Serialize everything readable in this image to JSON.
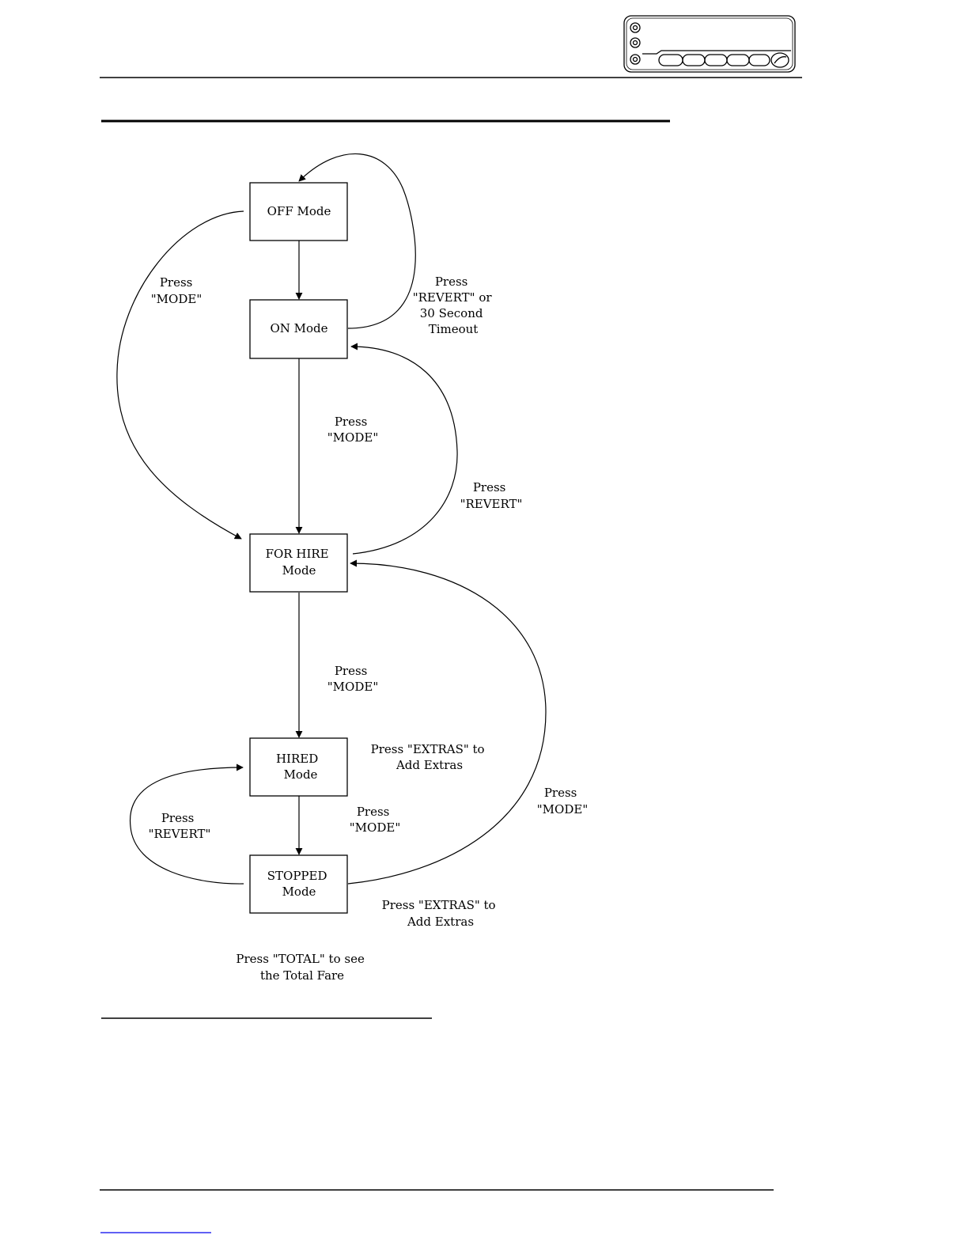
{
  "page": {
    "colors": {
      "ink": "#000000",
      "background": "#ffffff",
      "link": "#0000ee"
    }
  },
  "header": {
    "meter_icon": "taximeter-device-icon"
  },
  "diagram": {
    "nodes": [
      {
        "id": "off",
        "lines": [
          "OFF Mode"
        ]
      },
      {
        "id": "on",
        "lines": [
          "ON Mode"
        ]
      },
      {
        "id": "forhire",
        "lines": [
          "FOR HIRE",
          "Mode"
        ]
      },
      {
        "id": "hired",
        "lines": [
          "HIRED",
          "Mode"
        ]
      },
      {
        "id": "stopped",
        "lines": [
          "STOPPED",
          "Mode"
        ]
      }
    ],
    "labels": [
      {
        "id": "off-to-forhire",
        "lines": [
          "Press",
          "\"MODE\""
        ]
      },
      {
        "id": "on-revert-timeout",
        "lines": [
          "Press",
          "\"REVERT\" or",
          "30 Second",
          "Timeout"
        ]
      },
      {
        "id": "on-to-forhire",
        "lines": [
          "Press",
          "\"MODE\""
        ]
      },
      {
        "id": "forhire-revert",
        "lines": [
          "Press",
          "\"REVERT\""
        ]
      },
      {
        "id": "forhire-to-hired",
        "lines": [
          "Press",
          "\"MODE\""
        ]
      },
      {
        "id": "hired-extras",
        "lines": [
          "Press \"EXTRAS\" to",
          "Add Extras"
        ]
      },
      {
        "id": "stopped-to-forhire",
        "lines": [
          "Press",
          "\"MODE\""
        ]
      },
      {
        "id": "stopped-revert",
        "lines": [
          "Press",
          "\"REVERT\""
        ]
      },
      {
        "id": "hired-to-stopped",
        "lines": [
          "Press",
          "\"MODE\""
        ]
      },
      {
        "id": "stopped-extras",
        "lines": [
          "Press \"EXTRAS\" to",
          "Add Extras"
        ]
      },
      {
        "id": "total-fare",
        "lines": [
          "Press \"TOTAL\" to see",
          "the Total Fare"
        ]
      }
    ]
  }
}
